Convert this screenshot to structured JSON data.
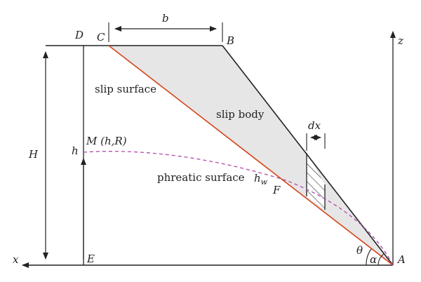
{
  "labels": {
    "b": "b",
    "C": "C",
    "B": "B",
    "D": "D",
    "z": "z",
    "H": "H",
    "h": "h",
    "M": "M (h,R)",
    "x": "x",
    "E": "E",
    "A": "A",
    "F": "F",
    "theta": "θ",
    "alpha": "α",
    "dx": "dx",
    "hw_main": "h",
    "hw_sub": "w",
    "slip_surface": "slip surface",
    "slip_body": "slip body",
    "phreatic_surface": "phreatic surface"
  },
  "colors": {
    "slip_line": "#d4451c",
    "phreatic_line": "#b04aa8",
    "slip_body_fill": "#e6e6e6",
    "ink": "#222222"
  }
}
